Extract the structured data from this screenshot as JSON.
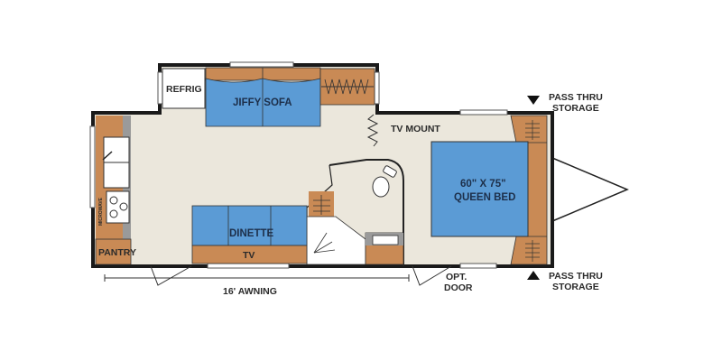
{
  "labels": {
    "refrig": "REFRIG",
    "sofa": "JIFFY SOFA",
    "tv_mount": "TV MOUNT",
    "bed_size": "60\" X 75\"",
    "bed": "QUEEN BED",
    "dinette": "DINETTE",
    "tv": "TV",
    "pantry": "PANTRY",
    "microwave": "MICROWAVE",
    "awning": "16' AWNING",
    "opt_door_1": "OPT.",
    "opt_door_2": "DOOR",
    "pass_thru_top_1": "PASS THRU",
    "pass_thru_top_2": "STORAGE",
    "pass_thru_bottom_1": "PASS THRU",
    "pass_thru_bottom_2": "STORAGE"
  },
  "colors": {
    "floor": "#ebe7dc",
    "cabinet": "#c98a55",
    "furniture": "#5b9bd5",
    "wall": "#1a1a1a",
    "counter": "#9a9a9a"
  }
}
